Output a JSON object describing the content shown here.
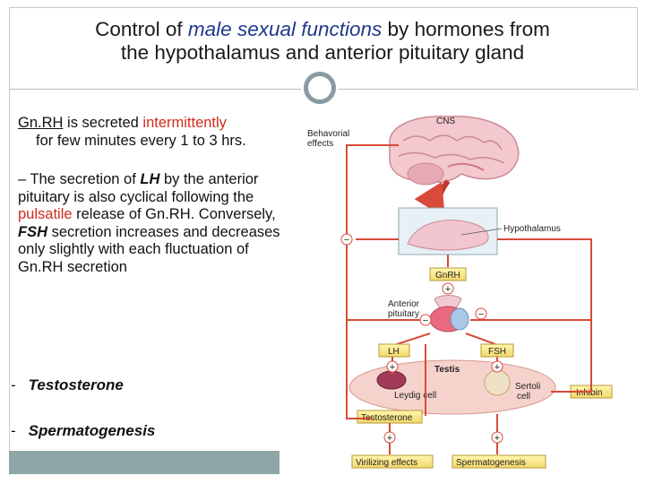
{
  "title": {
    "pre": "Control of ",
    "highlight": "male sexual functions",
    "post": " by hormones from",
    "line2": "the hypothalamus and anterior pituitary gland"
  },
  "body": {
    "p1_gnrh": "Gn.RH",
    "p1_mid": " is secreted ",
    "p1_red": "intermittently",
    "p1_rest": "for few minutes every 1 to 3 hrs.",
    "p2_pre": " – The secretion of ",
    "p2_lh": "LH",
    "p2_mid": " by the anterior pituitary is also cyclical following the ",
    "p2_red": "pulsatile",
    "p2_mid2": " release of Gn.RH. Conversely, ",
    "p2_fsh": "FSH",
    "p2_post": " secretion increases and decreases only slightly with each fluctuation of Gn.RH secretion"
  },
  "bullets": [
    "Testosterone",
    "Spermatogenesis"
  ],
  "bullet_marker": "-",
  "figure": {
    "cns": "CNS",
    "behavioral": [
      "Behavorial",
      "effects"
    ],
    "hypothalamus": "Hypothalamus",
    "gnrh": "GnRH",
    "anterior": [
      "Anterior",
      "pituitary"
    ],
    "lh": "LH",
    "fsh": "FSH",
    "testis": "Testis",
    "leydig": "Leydig cell",
    "sertoli": [
      "Sertoli",
      "cell"
    ],
    "testosterone": "Testosterone",
    "inhibin": "Inhibin",
    "virilizing": "Virilizing effects",
    "spermatogenesis": "Spermatogenesis",
    "plus": "+",
    "minus": "−"
  }
}
